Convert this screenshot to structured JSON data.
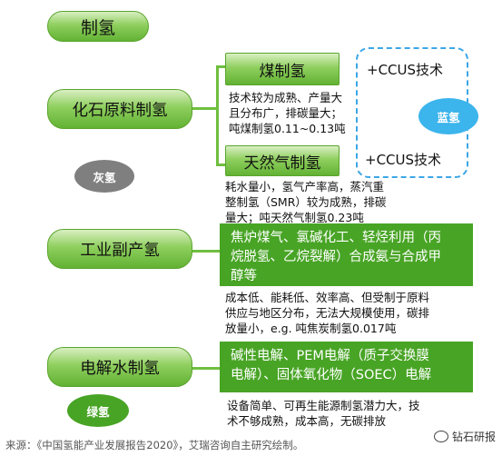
{
  "title": "制氢",
  "branches": {
    "coal_group": "化石原料制氢",
    "industry": "工业副产氢",
    "electrolysis": "电解水制氢"
  },
  "sub": {
    "coal": "煤制氢",
    "gas": "天然气制氢"
  },
  "ccus": {
    "top": "+CCUS技术",
    "bottom": "+CCUS技术"
  },
  "badges": {
    "blue": "蓝氢",
    "gray": "灰氢",
    "green": "绿氢"
  },
  "descriptions": {
    "coal": [
      "技术较为成熟、产量大",
      "且分布广，排碳量大；",
      "吨煤制氢0.11~0.13吨"
    ],
    "gas": [
      "耗水量小，氢气产率高，蒸汽重",
      "整制氢（SMR）较为成熟，排碳",
      "量大；吨天然气制氢0.23吨"
    ],
    "industry": [
      "成本低、能耗低、效率高、但受制于原料",
      "供应与地区分布，无法大规模使用，碳排",
      "放量小，e.g. 吨焦炭制氢0.017吨"
    ],
    "electrolysis": [
      "设备简单、可再生能源制氢潜力大，技",
      "术不够成熟，成本高，无碳排放"
    ]
  },
  "boxes": {
    "industry": [
      "焦炉煤气、氯碱化工、轻烃利用（丙",
      "烷脱氢、乙烷裂解）合成氨与合成甲",
      "醇等"
    ],
    "electrolysis": [
      "碱性电解、PEM电解（质子交换膜",
      "电解）、固体氧化物（SOEC）电解"
    ]
  },
  "source": "来源：《中国氢能产业发展报告2020》，艾瑞咨询自主研究绘制。",
  "watermark": "钻石研报",
  "colors": {
    "dark_green": "#48a425",
    "blue_badge": "#3cb4ec",
    "dashed_border": "#3ca6e6",
    "gray_badge": "#7f7f7f"
  }
}
